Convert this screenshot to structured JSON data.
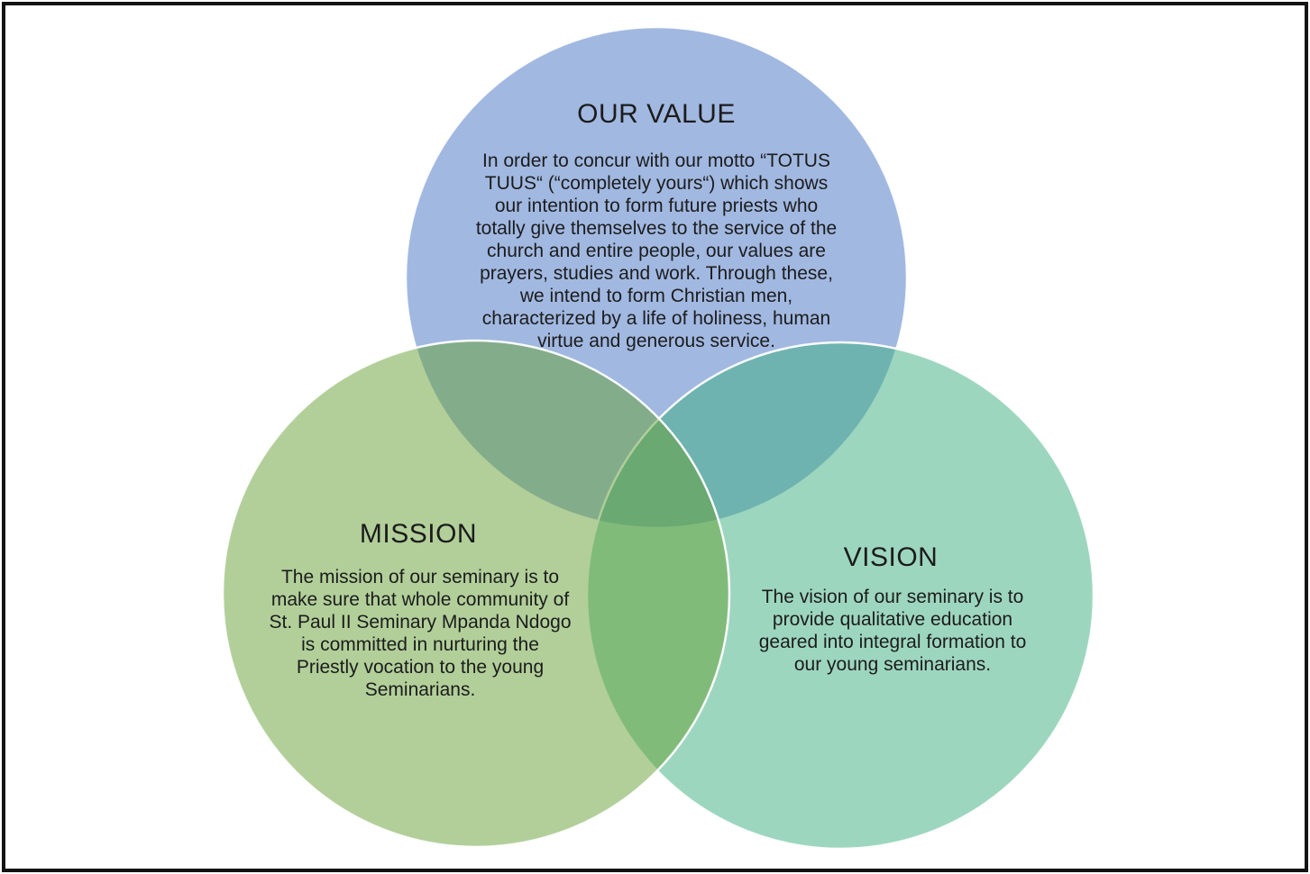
{
  "diagram": {
    "type": "venn-3",
    "background_color": "#ffffff",
    "frame_color": "#141414",
    "text_color": "#1c1c1c",
    "circles": {
      "value": {
        "title": "OUR VALUE",
        "body": "In order to concur with our motto “TOTUS\nTUUS“ (“completely yours“) which shows\nour intention to form future priests who\ntotally give themselves to the service of the\nchurch and entire people, our values are\nprayers, studies and work. Through these,\nwe intend to form Christian men,\ncharacterized by a life of holiness, human\nvirtue and generous service.",
        "fill": "#4472C4",
        "fill_rendered": "#A0B4DE"
      },
      "mission": {
        "title": "MISSION",
        "body": "The mission of our seminary is to\nmake sure that whole community of\nSt. Paul II Seminary Mpanda Ndogo\nis committed in nurturing the\nPriestly vocation to the young\nSeminarians.",
        "fill": "#659F35",
        "fill_rendered": "#B2CF9A"
      },
      "vision": {
        "title": "VISION",
        "body": "The vision of our seminary is to\nprovide qualitative education\ngeared into integral formation to\nour young seminarians.",
        "fill": "#3BAD7D",
        "fill_rendered": "#9DD6BE"
      }
    },
    "stroke_color": "#ffffff"
  }
}
